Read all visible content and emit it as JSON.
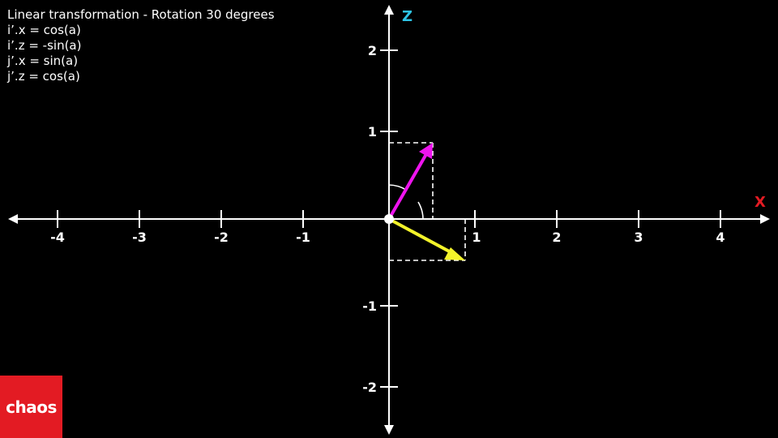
{
  "caption": {
    "title": "Linear transformation - Rotation 30 degrees",
    "lines": [
      "i’.x = cos(a)",
      "i’.z = -sin(a)",
      "j’.x = sin(a)",
      "j’.z = cos(a)"
    ]
  },
  "axes": {
    "x_label": "X",
    "z_label": "Z",
    "x_ticks": [
      "-4",
      "-3",
      "-2",
      "-1",
      "1",
      "2",
      "3",
      "4"
    ],
    "z_ticks": [
      "2",
      "1",
      "-1",
      "-2"
    ],
    "x_label_color": "#e31b23",
    "z_label_color": "#2ec4e6"
  },
  "vectors": [
    {
      "name": "j-prime",
      "x": 0.5,
      "z": 0.866,
      "color": "#ee14ee"
    },
    {
      "name": "i-prime",
      "x": 0.866,
      "z": -0.5,
      "color": "#f3f32a"
    }
  ],
  "logo": {
    "text": "chaos",
    "color": "#e31b23"
  }
}
